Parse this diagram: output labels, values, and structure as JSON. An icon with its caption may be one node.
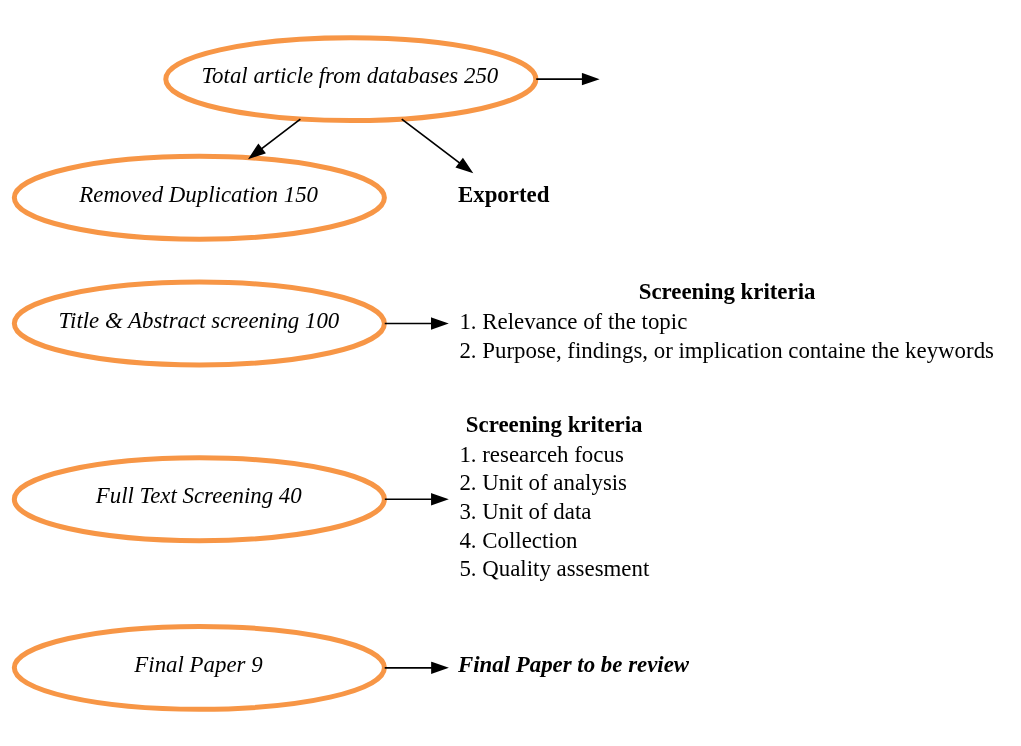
{
  "diagram": {
    "nodes": [
      {
        "text": [
          "Total article from databases 250"
        ]
      },
      {
        "text": [
          "Removed Duplication 150"
        ]
      },
      {
        "text": [
          "Title & Abstract screening 100"
        ]
      },
      {
        "text": [
          "Full Text Screening 40"
        ]
      },
      {
        "text": [
          "Final Paper 9"
        ]
      },
      {
        "text": [
          "Exported"
        ]
      },
      {
        "text": [
          "Screening kriteria",
          "1. Relevance of the topic",
          "2. Purpose, findings, or implication containe the keywords"
        ]
      },
      {
        "text": [
          "Screening kriteria",
          "1. researceh focus",
          "2. Unit of analysis",
          "3. Unit of data",
          "4. Collection",
          "5. Quality assesment"
        ]
      },
      {
        "text": [
          "Final Paper to be review"
        ]
      }
    ],
    "edges": [
      {
        "from": 0,
        "to": null,
        "arrow": "to"
      },
      {
        "from": 0,
        "to": 1,
        "arrow": "to"
      },
      {
        "from": 0,
        "to": 5,
        "arrow": "to"
      },
      {
        "from": 2,
        "to": 6,
        "arrow": "to"
      },
      {
        "from": 3,
        "to": 7,
        "arrow": "to"
      },
      {
        "from": 4,
        "to": 8,
        "arrow": "to"
      }
    ]
  }
}
